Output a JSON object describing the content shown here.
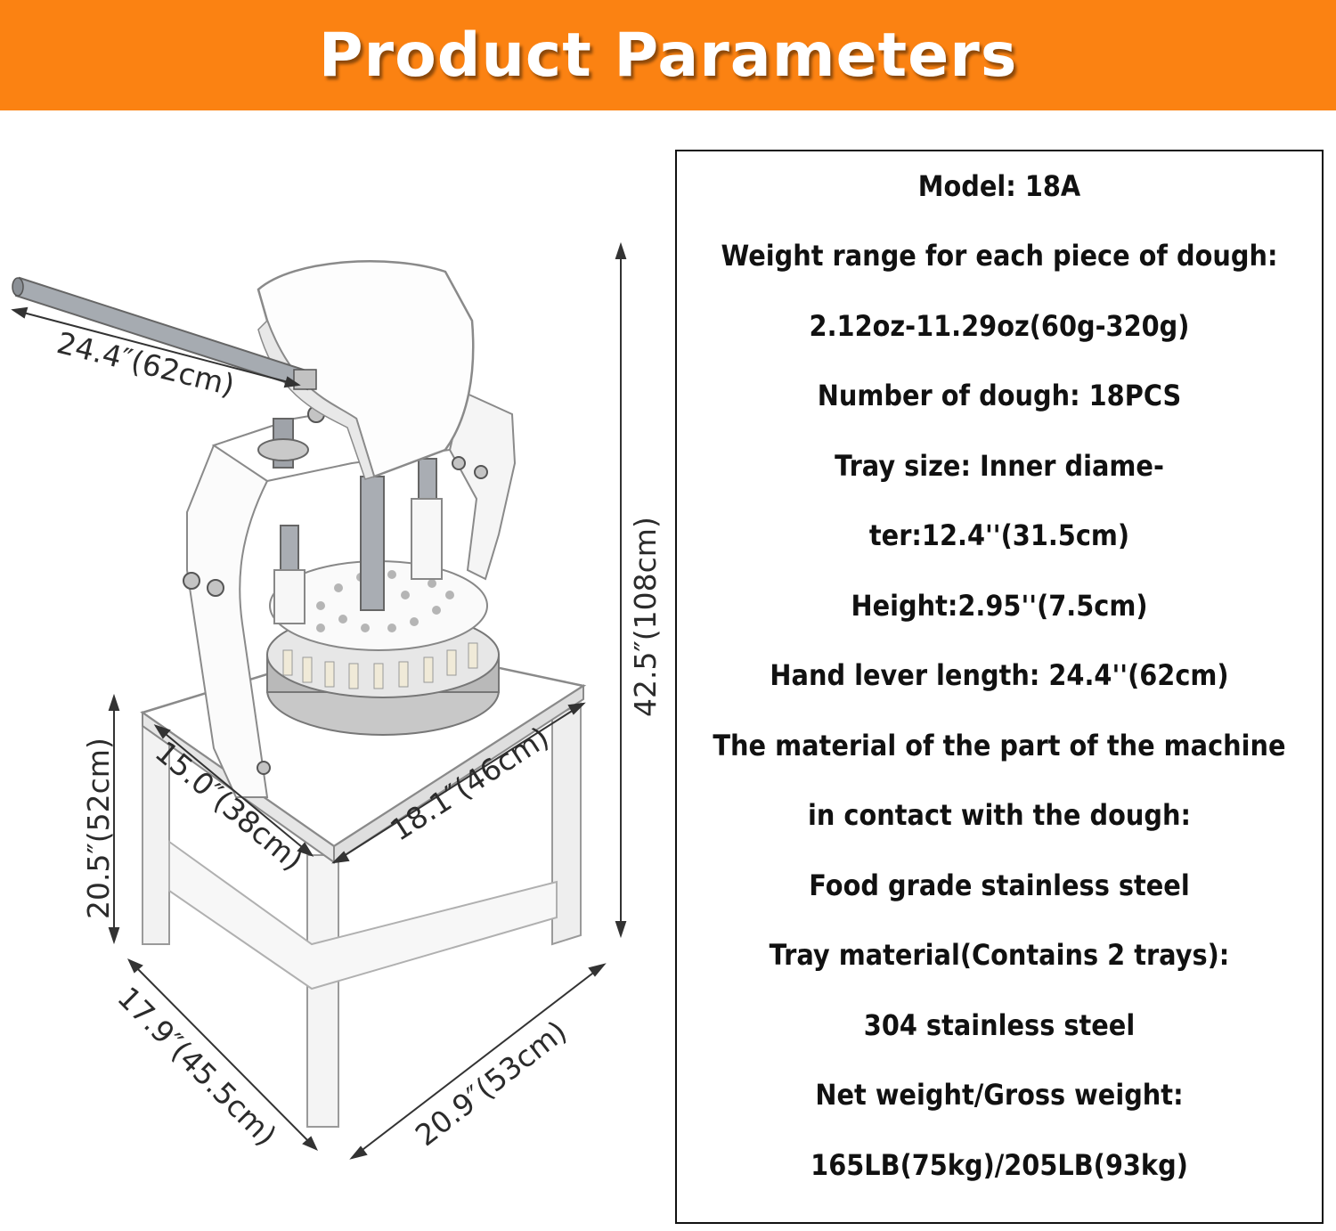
{
  "banner": {
    "title": "Product Parameters",
    "color": "#fb8212"
  },
  "dimensions": {
    "lever": "24.4″(62cm)",
    "height_total": "42.5″(108cm)",
    "table_height": "20.5″(52cm)",
    "top_depth": "15.0″(38cm)",
    "top_width": "18.1″(46cm)",
    "base_depth": "17.9″(45.5cm)",
    "base_width": "20.9″(53cm)"
  },
  "specs": [
    "Model: 18A",
    "Weight range for each piece of dough:",
    "2.12oz-11.29oz(60g-320g)",
    "Number of dough: 18PCS",
    "Tray size: Inner diame-",
    "ter:12.4''(31.5cm)",
    "Height:2.95''(7.5cm)",
    "Hand lever length: 24.4''(62cm)",
    "The material of the part of the machine",
    "in contact with the dough:",
    "Food grade stainless steel",
    "Tray material(Contains 2 trays):",
    "304 stainless steel",
    "Net weight/Gross weight:",
    "165LB(75kg)/205LB(93kg)"
  ]
}
